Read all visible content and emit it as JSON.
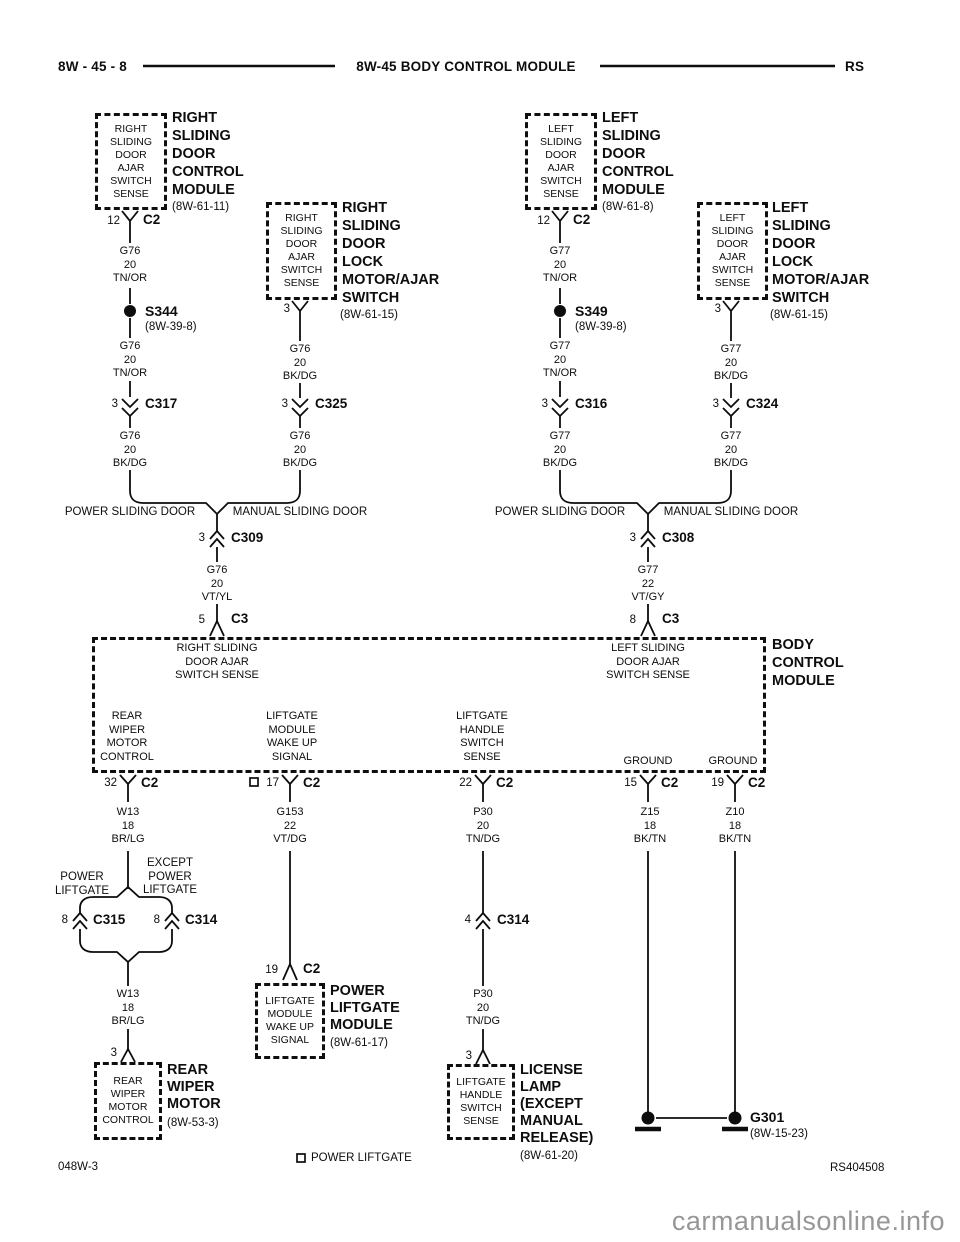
{
  "header": {
    "left": "8W - 45 - 8",
    "title": "8W-45 BODY CONTROL MODULE",
    "right": "RS"
  },
  "components": {
    "b1": {
      "port": "RIGHT\nSLIDING\nDOOR\nAJAR\nSWITCH\nSENSE",
      "name": "RIGHT\nSLIDING\nDOOR\nCONTROL\nMODULE",
      "ref": "(8W-61-11)"
    },
    "b2": {
      "port": "RIGHT\nSLIDING\nDOOR\nAJAR\nSWITCH\nSENSE",
      "name": "RIGHT\nSLIDING\nDOOR\nLOCK\nMOTOR/AJAR\nSWITCH",
      "ref": "(8W-61-15)"
    },
    "b3": {
      "port": "LEFT\nSLIDING\nDOOR\nAJAR\nSWITCH\nSENSE",
      "name": "LEFT\nSLIDING\nDOOR\nCONTROL\nMODULE",
      "ref": "(8W-61-8)"
    },
    "b4": {
      "port": "LEFT\nSLIDING\nDOOR\nAJAR\nSWITCH\nSENSE",
      "name": "LEFT\nSLIDING\nDOOR\nLOCK\nMOTOR/AJAR\nSWITCH",
      "ref": "(8W-61-15)"
    },
    "b5": {
      "port": "REAR\nWIPER\nMOTOR\nCONTROL",
      "name": "REAR\nWIPER\nMOTOR",
      "ref": "(8W-53-3)"
    },
    "b6": {
      "port": "LIFTGATE\nMODULE\nWAKE UP\nSIGNAL",
      "name": "POWER\nLIFTGATE\nMODULE",
      "ref": "(8W-61-17)"
    },
    "b7": {
      "port": "LIFTGATE\nHANDLE\nSWITCH\nSENSE",
      "name": "LICENSE\nLAMP\n(EXCEPT\nMANUAL\nRELEASE)",
      "ref": "(8W-61-20)"
    }
  },
  "bcm": {
    "name": "BODY\nCONTROL\nMODULE",
    "right_ajar": "RIGHT SLIDING\nDOOR AJAR\nSWITCH SENSE",
    "left_ajar": "LEFT SLIDING\nDOOR AJAR\nSWITCH SENSE",
    "rear_wiper": "REAR\nWIPER\nMOTOR\nCONTROL",
    "liftgate_wake": "LIFTGATE\nMODULE\nWAKE UP\nSIGNAL",
    "liftgate_handle": "LIFTGATE\nHANDLE\nSWITCH\nSENSE",
    "ground1": "GROUND",
    "ground2": "GROUND"
  },
  "pins": {
    "p1": {
      "num": "12",
      "name": "C2"
    },
    "p2": {
      "num": "3"
    },
    "p3": {
      "num": "12",
      "name": "C2"
    },
    "p4": {
      "num": "3"
    },
    "c317": {
      "num": "3",
      "name": "C317"
    },
    "c325": {
      "num": "3",
      "name": "C325"
    },
    "c316": {
      "num": "3",
      "name": "C316"
    },
    "c324": {
      "num": "3",
      "name": "C324"
    },
    "c309": {
      "num": "3",
      "name": "C309"
    },
    "c308": {
      "num": "3",
      "name": "C308"
    },
    "c3l": {
      "num": "5",
      "name": "C3"
    },
    "c3r": {
      "num": "8",
      "name": "C3"
    },
    "p32": {
      "num": "32",
      "name": "C2"
    },
    "p17": {
      "num": "17",
      "name": "C2"
    },
    "p22": {
      "num": "22",
      "name": "C2"
    },
    "p15": {
      "num": "15",
      "name": "C2"
    },
    "p19": {
      "num": "19",
      "name": "C2"
    },
    "c315": {
      "num": "8",
      "name": "C315"
    },
    "c314a": {
      "num": "8",
      "name": "C314"
    },
    "c314b": {
      "num": "4",
      "name": "C314"
    },
    "p19b": {
      "num": "19",
      "name": "C2"
    },
    "p3b5": {
      "num": "3"
    },
    "p3b7": {
      "num": "3"
    }
  },
  "splices": {
    "s344": {
      "name": "S344",
      "ref": "(8W-39-8)"
    },
    "s349": {
      "name": "S349",
      "ref": "(8W-39-8)"
    }
  },
  "ground": {
    "name": "G301",
    "ref": "(8W-15-23)"
  },
  "wires": {
    "w1": "G76\n20\nTN/OR",
    "w2": "G76\n20\nTN/OR",
    "w3": "G76\n20\nBK/DG",
    "w4": "G76\n20\nBK/DG",
    "w5": "G76\n20\nBK/DG",
    "w6": "G76\n20\nVT/YL",
    "w7": "G77\n20\nTN/OR",
    "w8": "G77\n20\nTN/OR",
    "w9": "G77\n20\nBK/DG",
    "w10": "G77\n20\nBK/DG",
    "w11": "G77\n20\nBK/DG",
    "w12": "G77\n22\nVT/GY",
    "w13": "W13\n18\nBR/LG",
    "w14": "G153\n22\nVT/DG",
    "w15": "P30\n20\nTN/DG",
    "w16": "Z15\n18\nBK/TN",
    "w17": "Z10\n18\nBK/TN",
    "w18": "W13\n18\nBR/LG",
    "w19": "P30\n20\nTN/DG"
  },
  "branches": {
    "psd_l": "POWER SLIDING DOOR",
    "msd_l": "MANUAL SLIDING DOOR",
    "psd_r": "POWER SLIDING DOOR",
    "msd_r": "MANUAL SLIDING DOOR",
    "pl": "POWER\nLIFTGATE",
    "epl": "EXCEPT\nPOWER\nLIFTGATE"
  },
  "footer": {
    "code": "048W-3",
    "legend": "POWER LIFTGATE",
    "sheet": "RS404508",
    "watermark": "carmanualsonline.info"
  }
}
